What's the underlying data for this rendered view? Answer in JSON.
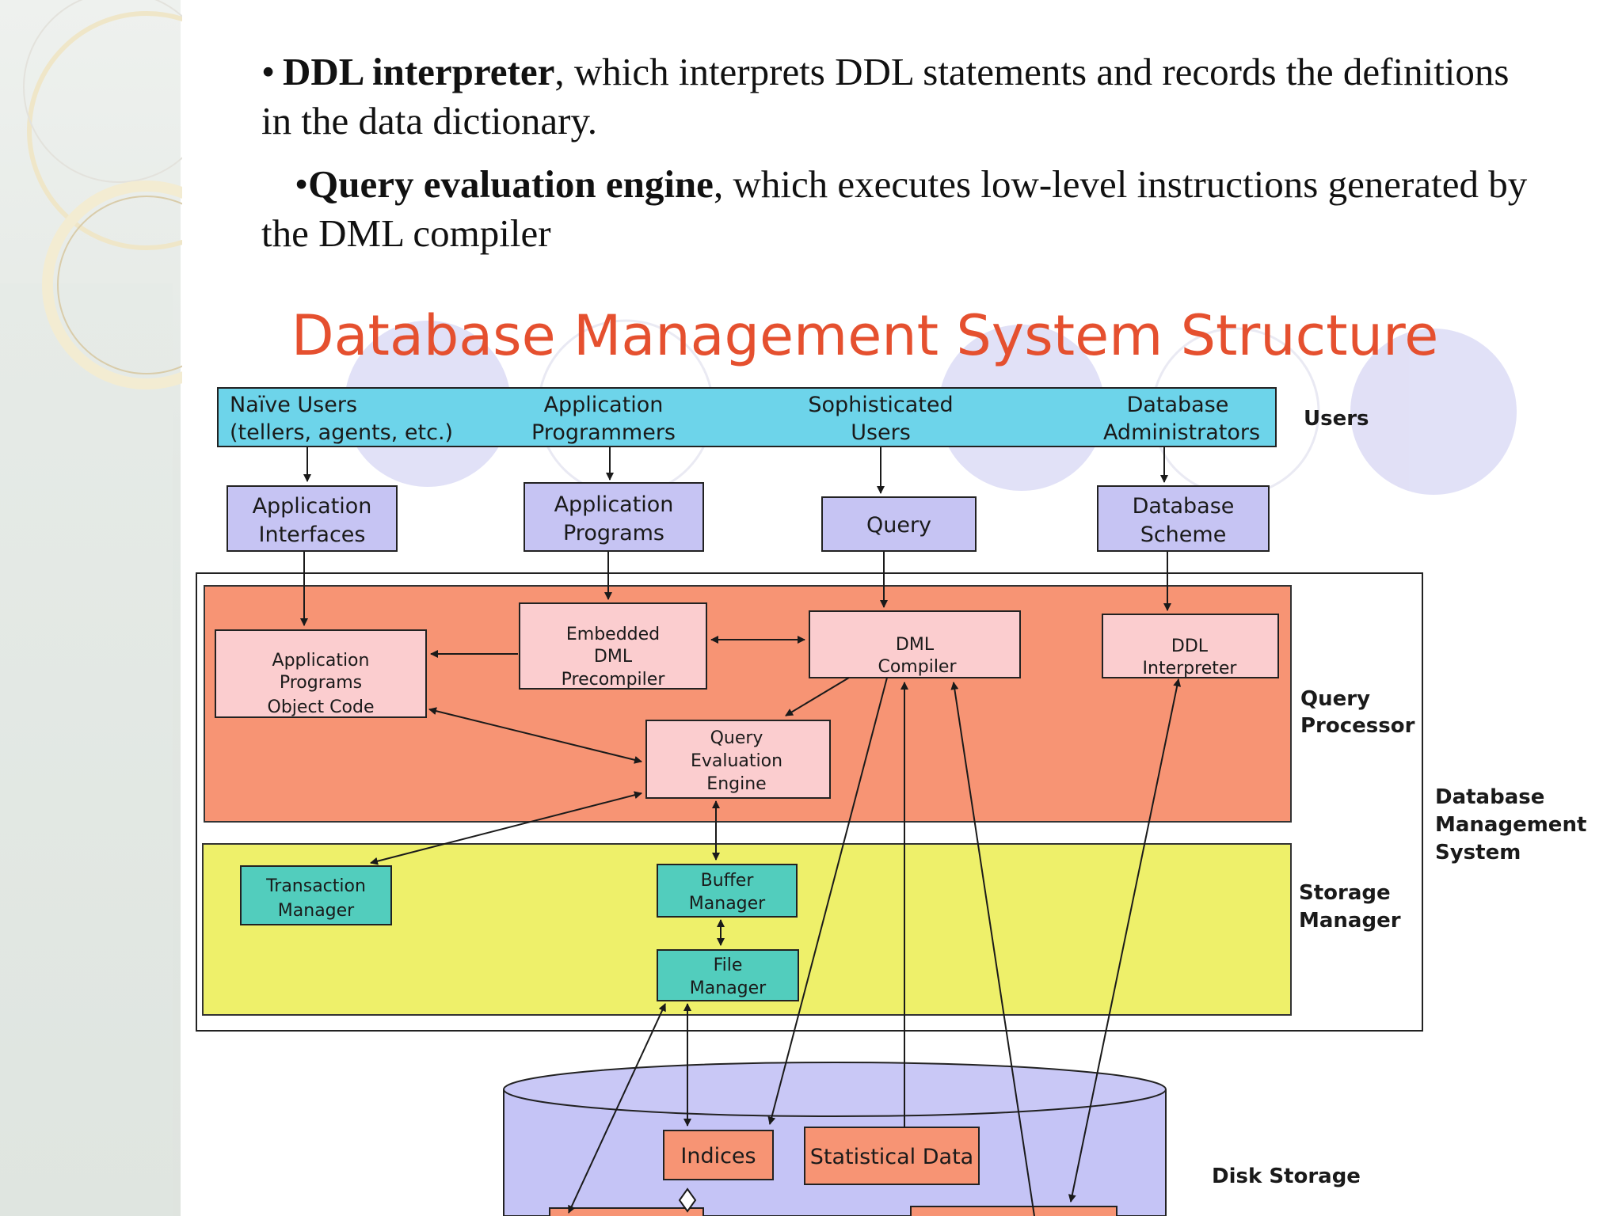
{
  "bullets": [
    {
      "bold": "DDL interpreter",
      "rest": ", which interprets DDL statements and records the definitions in the data dictionary."
    },
    {
      "bold": "Query evaluation engine",
      "rest": ", which executes low-level instructions generated by the DML compiler"
    }
  ],
  "diagram": {
    "title": "Database Management System Structure",
    "users_band": {
      "naive_users": [
        "Naïve Users",
        "(tellers, agents, etc.)"
      ],
      "app_programmers": [
        "Application",
        "Programmers"
      ],
      "sophisticated_users": [
        "Sophisticated",
        "Users"
      ],
      "db_admins": [
        "Database",
        "Administrators"
      ]
    },
    "users_label": "Users",
    "interfaces": {
      "app_interfaces": [
        "Application",
        "Interfaces"
      ],
      "app_programs": [
        "Application",
        "Programs"
      ],
      "query": "Query",
      "db_scheme": [
        "Database",
        "Scheme"
      ]
    },
    "query_processor": {
      "label": [
        "Query",
        "Processor"
      ],
      "app_object_code": [
        "Application",
        "Programs",
        "Object Code"
      ],
      "embedded_dml": [
        "Embedded",
        "DML",
        "Precompiler"
      ],
      "dml_compiler": [
        "DML",
        "Compiler"
      ],
      "ddl_interpreter": [
        "DDL",
        "Interpreter"
      ],
      "query_eval_engine": [
        "Query",
        "Evaluation",
        "Engine"
      ]
    },
    "dbms_label": [
      "Database",
      "Management",
      "System"
    ],
    "storage_manager": {
      "label": [
        "Storage",
        "Manager"
      ],
      "transaction_manager": [
        "Transaction",
        "Manager"
      ],
      "buffer_manager": [
        "Buffer",
        "Manager"
      ],
      "file_manager": [
        "File",
        "Manager"
      ]
    },
    "disk_storage": {
      "label": "Disk Storage",
      "indices": "Indices",
      "statistical_data": "Statistical Data"
    }
  },
  "colors": {
    "title_red": "#e5502f",
    "users_cyan": "#6dd4ea",
    "box_lavender": "#c6c4f3",
    "qp_salmon": "#f79474",
    "box_pink": "#fbcdcf",
    "sm_yellow": "#eef06a",
    "box_teal": "#52cdbd",
    "disk_lavender": "#c5c4f6"
  }
}
